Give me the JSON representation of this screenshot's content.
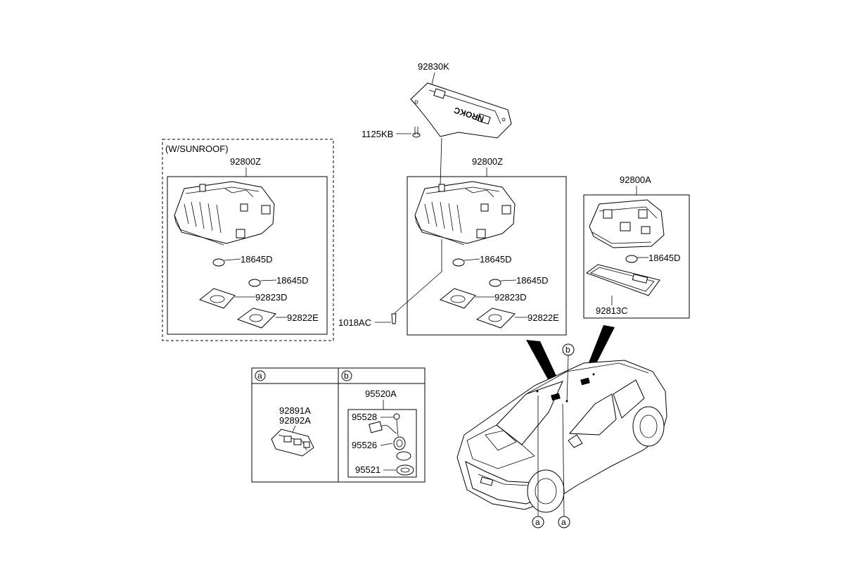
{
  "sunroof_group": {
    "title": "(W/SUNROOF)",
    "assembly": "92800Z",
    "bulb_1": "18645D",
    "bulb_2": "18645D",
    "lens_1": "92823D",
    "lens_2": "92822E"
  },
  "center_group": {
    "bracket": "92830K",
    "bolt": "1125KB",
    "assembly": "92800Z",
    "bulb_1": "18645D",
    "bulb_2": "18645D",
    "lens_1": "92823D",
    "lens_2": "92822E",
    "screw": "1018AC",
    "bracket_emboss": "NROKC"
  },
  "right_group": {
    "assembly": "92800A",
    "bulb": "18645D",
    "lens": "92813C"
  },
  "detail_a": {
    "marker": "a",
    "part_1": "92891A",
    "part_2": "92892A"
  },
  "detail_b": {
    "marker": "b",
    "assembly": "95520A",
    "part_1": "95528",
    "part_2": "95526",
    "part_3": "95521"
  },
  "car_markers": {
    "top": "b",
    "bottom_left": "a",
    "bottom_right": "a"
  }
}
